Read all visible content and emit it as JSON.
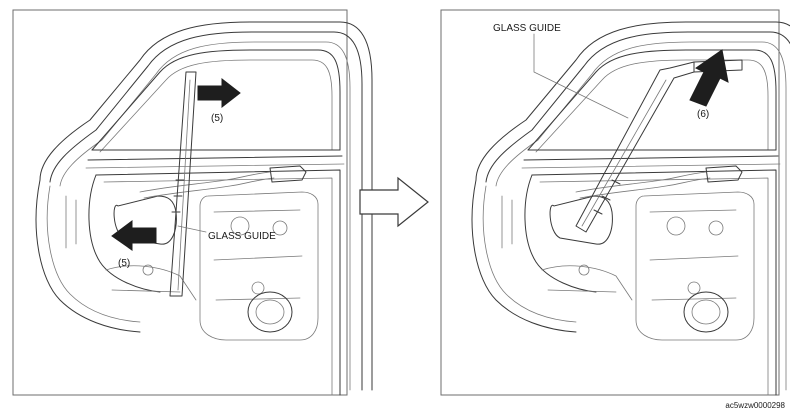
{
  "figure_code": "ac5wzw0000298",
  "left_panel": {
    "label_glass_guide": "GLASS GUIDE",
    "label_step_top": "(5)",
    "label_step_bottom": "(5)"
  },
  "right_panel": {
    "label_glass_guide": "GLASS GUIDE",
    "label_step": "(6)"
  },
  "colors": {
    "frame": "#6e6e6e",
    "line": "#3a3a3a",
    "arrow_fill": "#1e1e1e"
  }
}
